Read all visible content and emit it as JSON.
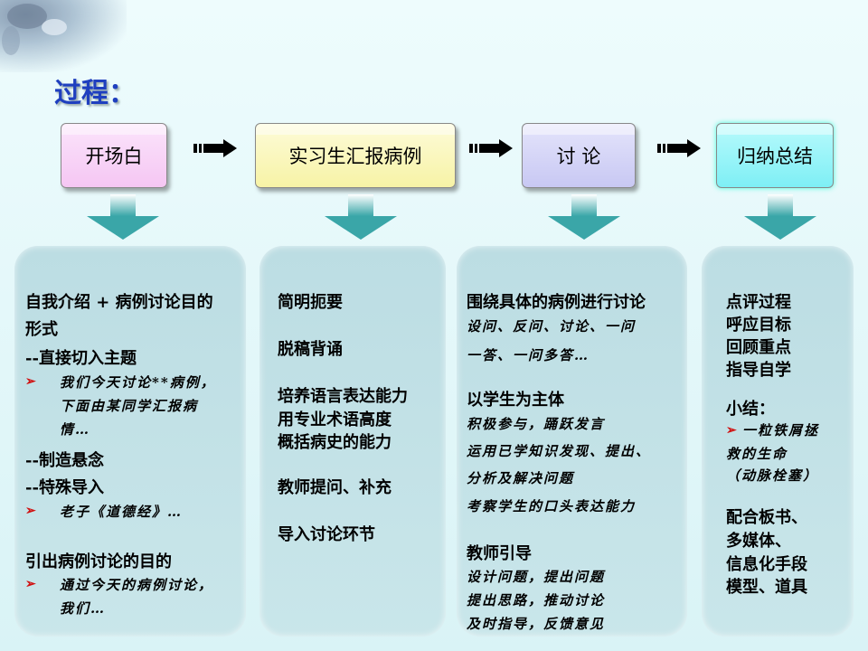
{
  "title": "过程：",
  "stages": [
    "开场白",
    "实习生汇报病例",
    "讨 论",
    "归纳总结"
  ],
  "panel1": {
    "line1": "自我介绍 + 病例讨论目的",
    "line2": "形式",
    "direct": "--直接切入主题",
    "direct_detail": [
      "我们今天讨论**病例，",
      "下面由某同学汇报病",
      "情…"
    ],
    "suspense": "--制造悬念",
    "special": "--特殊导入",
    "special_detail": "老子《道德经》…",
    "purpose": "引出病例讨论的目的",
    "purpose_detail": [
      "通过今天的病例讨论，",
      "我们…"
    ]
  },
  "panel2": {
    "items": [
      "简明扼要",
      "脱稿背诵",
      "培养语言表达能力",
      "用专业术语高度",
      "概括病史的能力",
      "教师提问、补充",
      "导入讨论环节"
    ]
  },
  "panel3": {
    "head1": "围绕具体的病例进行讨论",
    "detail1": [
      "设问、反问、讨论、一问",
      "一答、一问多答…"
    ],
    "head2": "以学生为主体",
    "detail2": [
      "积极参与，踊跃发言",
      "运用已学知识发现、提出、",
      "分析及解决问题",
      "考察学生的口头表达能力"
    ],
    "head3": "教师引导",
    "detail3": [
      "设计问题，提出问题",
      "提出思路，推动讨论",
      "及时指导，反馈意见"
    ]
  },
  "panel4": {
    "items": [
      "点评过程",
      "呼应目标",
      "回顾重点",
      "指导自学"
    ],
    "summary": "小结：",
    "summary_detail": [
      "一粒铁屑拯",
      "救的生命",
      "（动脉栓塞）"
    ],
    "tools": [
      "配合板书、",
      "多媒体、",
      "信息化手段",
      "模型、道具"
    ]
  },
  "colors": {
    "title": "#1f3fbf",
    "bullet": "#d01010",
    "panel": "#c3e2e7"
  }
}
